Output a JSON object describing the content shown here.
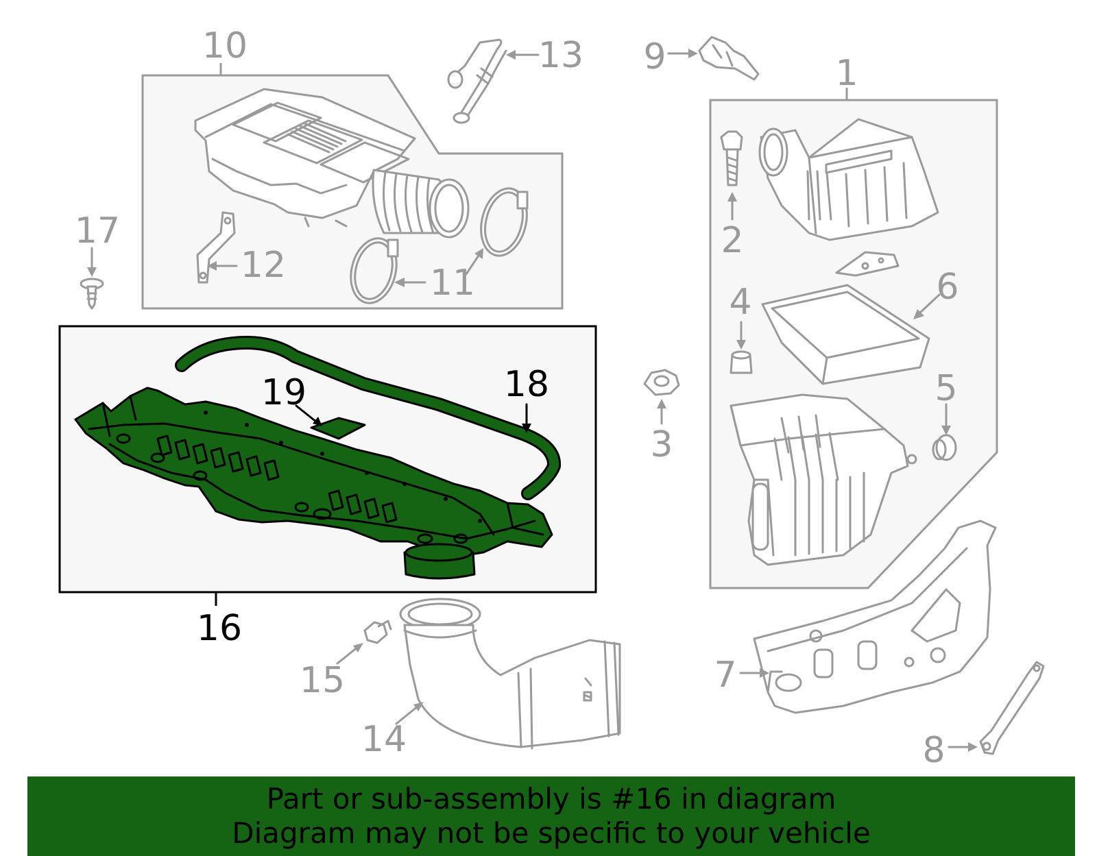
{
  "diagram": {
    "callouts": {
      "c1": "1",
      "c2": "2",
      "c3": "3",
      "c4": "4",
      "c5": "5",
      "c6": "6",
      "c7": "7",
      "c8": "8",
      "c9": "9",
      "c10": "10",
      "c11": "11",
      "c12": "12",
      "c13": "13",
      "c14": "14",
      "c15": "15",
      "c16": "16",
      "c17": "17",
      "c18": "18",
      "c19": "19"
    },
    "highlighted_part": "16",
    "colors": {
      "highlight_green": "#146414",
      "part_gray": "#9a9a9a",
      "panel_bg": "#f7f7f7"
    }
  },
  "banner": {
    "line1": "Part or sub-assembly is #16 in diagram",
    "line2": "Diagram may not be specific to your vehicle"
  }
}
